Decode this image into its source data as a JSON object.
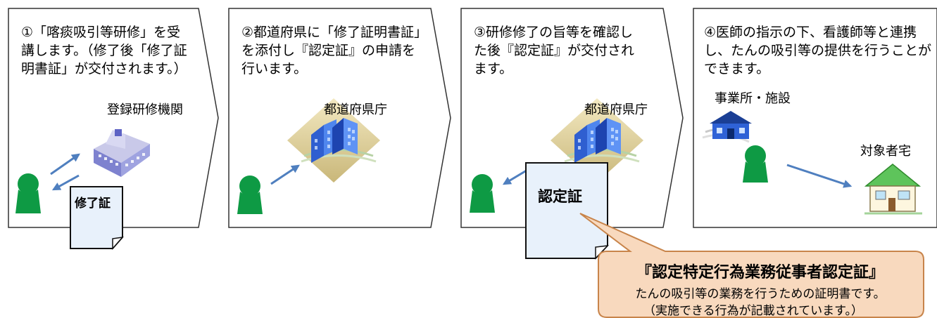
{
  "steps": [
    {
      "text": "①「喀痰吸引等研修」を受講します。（修了後「修了証明書証」が交付されます。）",
      "location": "登録研修機関"
    },
    {
      "text": "②都道府県に「修了証明書証」を添付し『認定証』の申請を行います。",
      "location": "都道府県庁"
    },
    {
      "text": "③研修修了の旨等を確認した後『認定証』が交付されます。",
      "location": "都道府県庁"
    },
    {
      "text": "④医師の指示の下、看護師等と連携し、たんの吸引等の提供を行うことができます。",
      "location": "事業所・施設",
      "destination": "対象者宅"
    }
  ],
  "documents": {
    "completion": "修了証",
    "certification": "認定証"
  },
  "callout": {
    "title": "『認定特定行為業務従事者認定証』",
    "line1": "たんの吸引等の業務を行うための証明書です。",
    "line2": "（実施できる行為が記載されています。）"
  },
  "colors": {
    "person": "#0e9a44",
    "arrow": "#4f7fbf",
    "building": "#3a6ed8",
    "callout_fill": "#f8d9be",
    "callout_stroke": "#c8844a",
    "document": "#e8f1fb"
  }
}
